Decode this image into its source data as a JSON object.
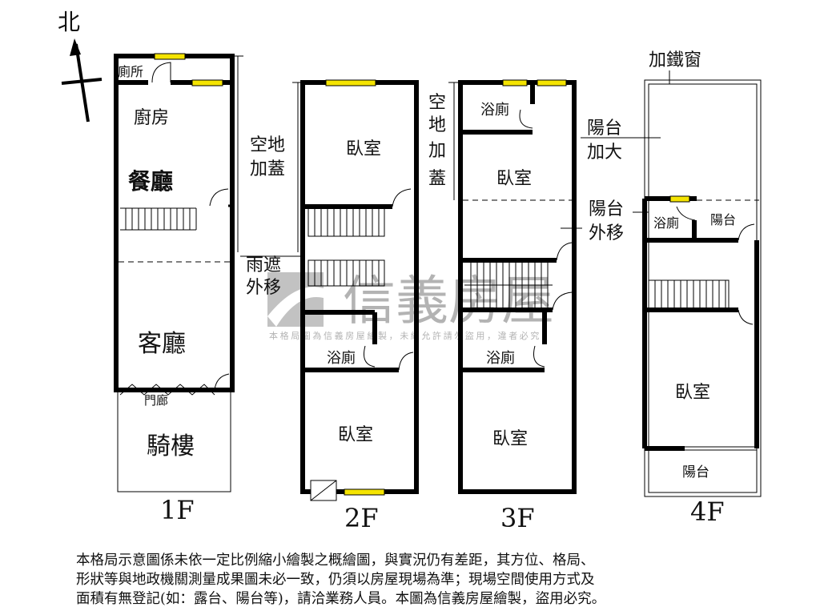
{
  "north_label": "北",
  "floors": {
    "f1": {
      "label": "1F",
      "rooms": {
        "toilet": "廁所",
        "kitchen": "廚房",
        "dining": "餐廳",
        "living": "客廳",
        "porch": "門廊",
        "arcade": "騎樓"
      }
    },
    "f2": {
      "label": "2F",
      "rooms": {
        "bedroom_top": "臥室",
        "bath": "浴廁",
        "bedroom_bottom": "臥室"
      },
      "notes": {
        "annex_1": "空地",
        "annex_2": "加蓋",
        "canopy_1": "雨遮",
        "canopy_2": "外移"
      }
    },
    "f3": {
      "label": "3F",
      "rooms": {
        "bath_top": "浴廁",
        "bedroom_top": "臥室",
        "bath": "浴廁",
        "bedroom_bottom": "臥室"
      },
      "notes": {
        "annex": [
          "空",
          "地",
          "加",
          "蓋"
        ],
        "balcony_1": "陽台",
        "balcony_2": "外移"
      }
    },
    "f4": {
      "label": "4F",
      "rooms": {
        "bath": "浴廁",
        "balcony_small": "陽台",
        "bedroom": "臥室",
        "balcony_bottom": "陽台"
      },
      "notes": {
        "iron_window": "加鐵窗",
        "balcony_ext_1": "陽台",
        "balcony_ext_2": "加大"
      }
    }
  },
  "watermark": {
    "brand": "信義房屋",
    "notice": "本格局圖為信義房屋繪製，未經允許請勿盜用，違者必究"
  },
  "disclaimer": [
    "本格局示意圖係未依一定比例縮小繪製之概繪圖，與實況仍有差距，其方位、格局、",
    "形狀等與地政機關測量成果圖未必一致，仍須以房屋現場為準；現場空間使用方式及",
    "面積有無登記(如：露台、陽台等)，請洽業務人員。本圖為信義房屋繪製，盜用必究。"
  ],
  "colors": {
    "wall": "#000000",
    "window": "#f5e400",
    "watermark": "#9a9a9a"
  }
}
